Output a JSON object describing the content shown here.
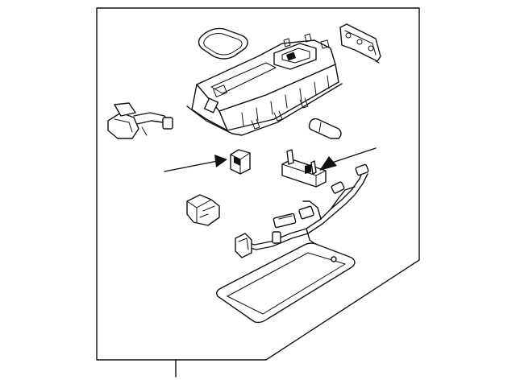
{
  "diagram": {
    "type": "exploded-parts-view",
    "background": "#ffffff",
    "line_color": "#111111",
    "parts": [
      {
        "name": "seal-gasket"
      },
      {
        "name": "mounting-bracket"
      },
      {
        "name": "lamp-housing"
      },
      {
        "name": "rear-connector"
      },
      {
        "name": "bulb"
      },
      {
        "name": "small-switch"
      },
      {
        "name": "clip-retainer"
      },
      {
        "name": "side-socket"
      },
      {
        "name": "wiring-harness"
      },
      {
        "name": "lens-cover"
      }
    ],
    "callout_arrows": 2
  }
}
